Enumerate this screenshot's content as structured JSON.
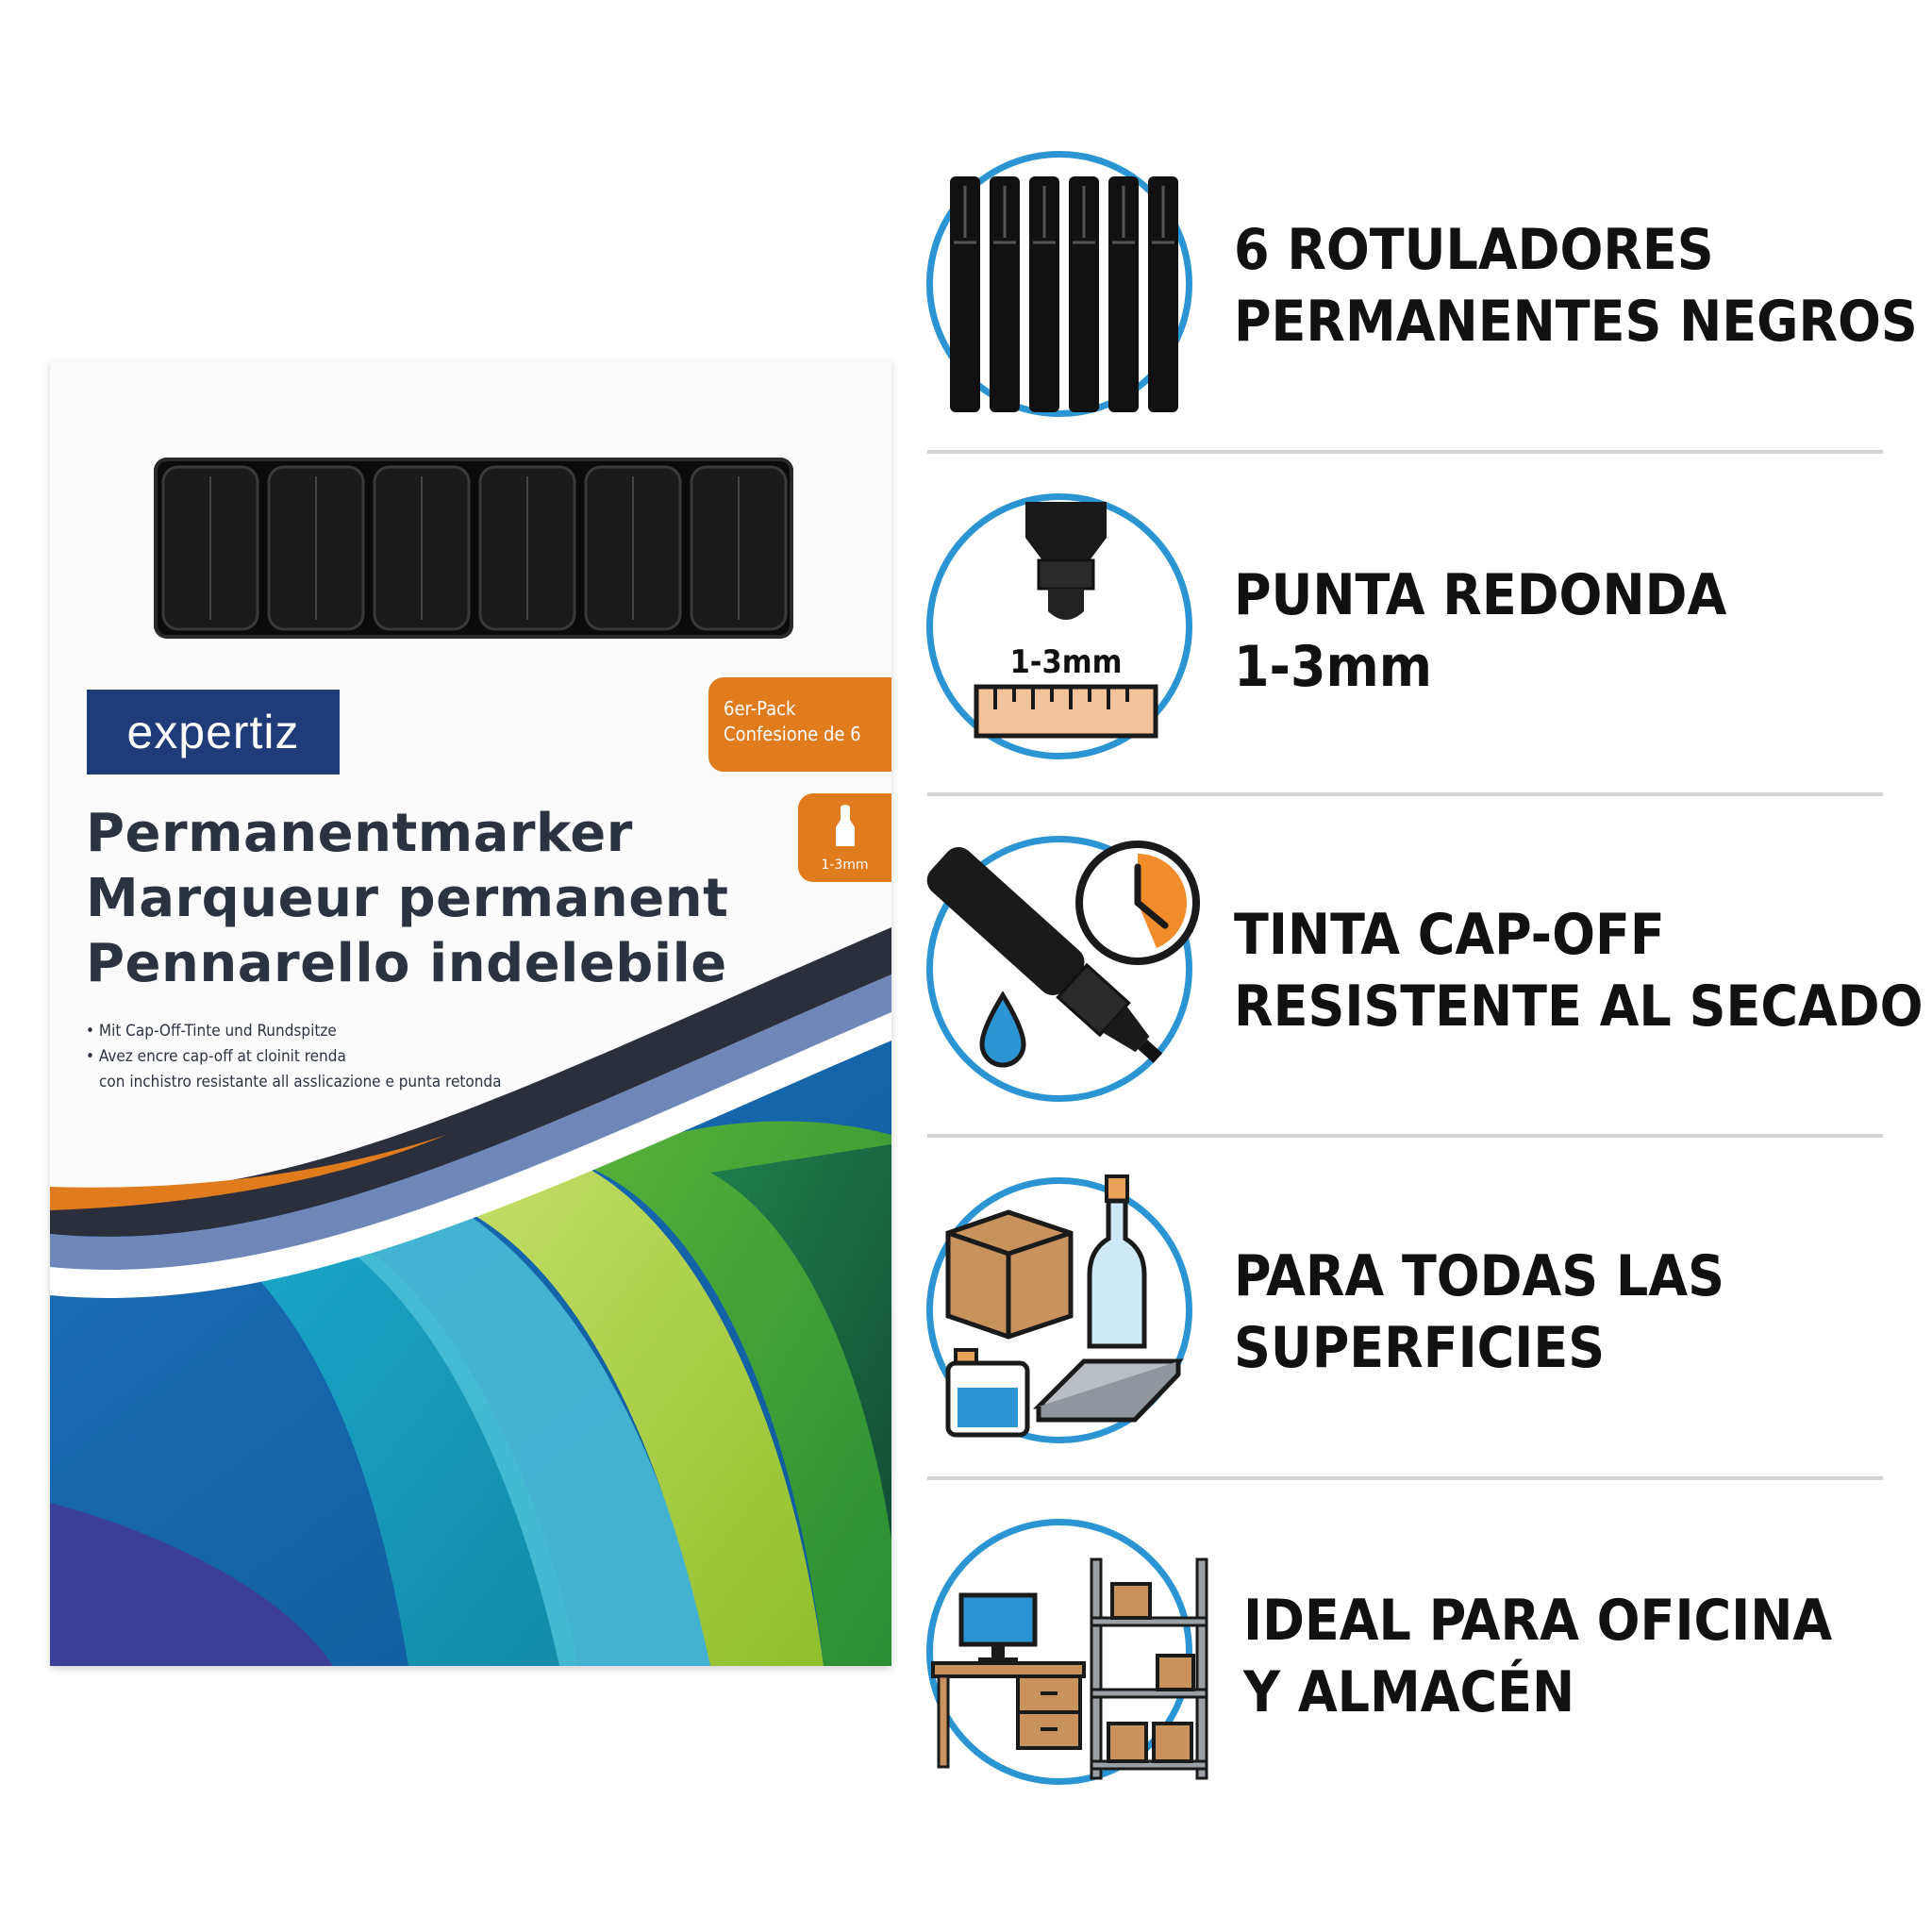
{
  "product_box": {
    "brand": "expertiz",
    "pack_label_de": "6er-Pack",
    "pack_label_es": "Confesione de 6",
    "tip_size": "1-3mm",
    "titles": [
      "Permanentmarker",
      "Marqueur permanent",
      "Pennarello indelebile"
    ],
    "bullets": [
      "• Mit Cap-Off-Tinte und Rundspitze",
      "• Avez encre cap-off at cloinit renda",
      "con inchistro resistante all asslicazione e punta retonda"
    ],
    "colors": {
      "brand_blue": "#1f3b7a",
      "badge_orange": "#e07b1e",
      "title_text": "#2b3340"
    }
  },
  "features": [
    {
      "icon": "six-markers-icon",
      "lines": [
        "6 ROTULADORES",
        "PERMANENTES NEGROS"
      ]
    },
    {
      "icon": "round-tip-ruler-icon",
      "icon_label": "1-3mm",
      "lines": [
        "PUNTA REDONDA",
        "1-3mm"
      ]
    },
    {
      "icon": "marker-clock-drop-icon",
      "lines": [
        "TINTA CAP-OFF",
        "RESISTENTE AL SECADO"
      ]
    },
    {
      "icon": "surfaces-icon",
      "lines": [
        "PARA TODAS LAS",
        "SUPERFICIES"
      ]
    },
    {
      "icon": "office-warehouse-icon",
      "lines": [
        "IDEAL PARA OFICINA",
        "Y ALMACÉN"
      ]
    }
  ],
  "colors": {
    "accent_blue": "#2b95d3",
    "feature_text": "#111111",
    "divider": "#d4d4d4"
  }
}
